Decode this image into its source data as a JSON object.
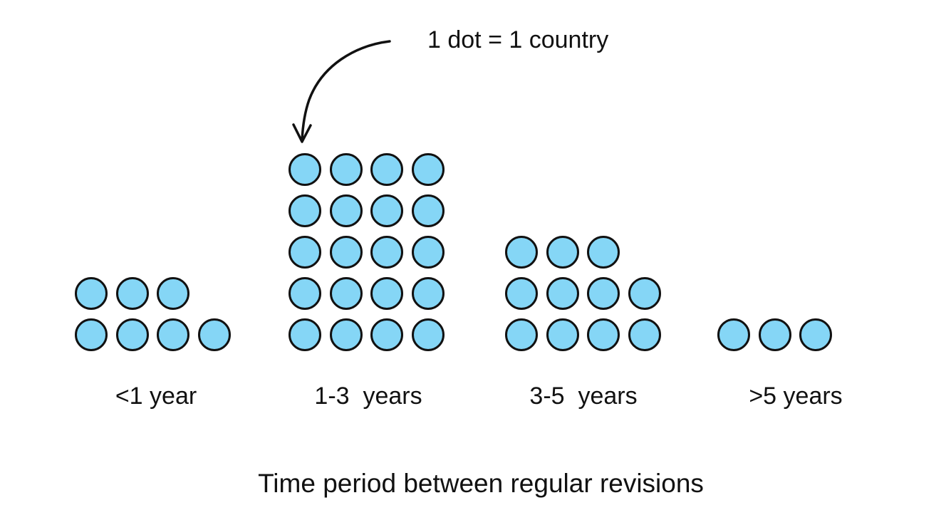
{
  "title": "Time period between regular revisions",
  "annotation": {
    "label": "1 dot = 1 country"
  },
  "chart_data": {
    "type": "pictograph",
    "unit_label": "1 dot = 1 country",
    "dot_value": 1,
    "categories": [
      "<1 year",
      "1-3  years",
      "3-5  years",
      ">5 years"
    ],
    "values": [
      7,
      20,
      11,
      3
    ],
    "columns_per_group": 4,
    "title": "Time period between regular revisions",
    "dot_fill_color": "#85D6F6",
    "dot_border_color": "#111111",
    "grid": false,
    "annotation_position": "top",
    "annotation_points_to": "1-3  years"
  }
}
